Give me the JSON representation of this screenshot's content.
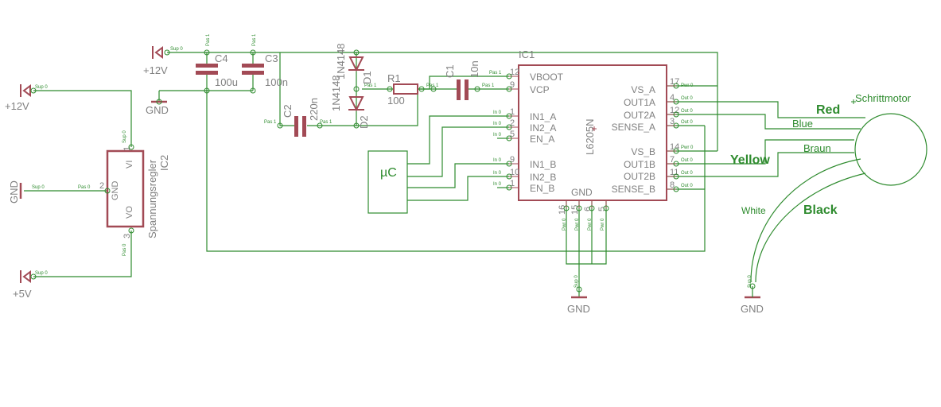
{
  "supplies": {
    "left_12v": "+12V",
    "top_12v": "+12V",
    "gnd_left": "GND",
    "gnd_caps": "GND",
    "v5": "+5V",
    "gnd_ic": "GND",
    "gnd_motor": "GND"
  },
  "pin_tags": {
    "sup": "Sup 0",
    "pas": "Pas 1",
    "pas0": "Pas 0",
    "in": "In 0",
    "out": "Out 0",
    "pwr": "Pwr 0"
  },
  "regulator": {
    "name": "IC2",
    "value": "Spannungsregler",
    "pin_vi": "VI",
    "pin_gnd": "GND",
    "pin_vo": "VO",
    "pin1": "1",
    "pin2": "2",
    "pin3": "3"
  },
  "caps": {
    "c4": {
      "name": "C4",
      "value": "100u"
    },
    "c3": {
      "name": "C3",
      "value": "100n"
    },
    "c2": {
      "name": "C2",
      "value": "220n"
    },
    "c1": {
      "name": "C1",
      "value": "10n"
    }
  },
  "diodes": {
    "d1": {
      "name": "D1",
      "value": "1N4148"
    },
    "d2": {
      "name": "D2",
      "value": "1N4148"
    }
  },
  "resistor": {
    "name": "R1",
    "value": "100"
  },
  "mcu": {
    "label": "µC"
  },
  "ic1": {
    "name": "IC1",
    "value": "L6205N",
    "left_pins": [
      "VBOOT",
      "VCP",
      "IN1_A",
      "IN2_A",
      "EN_A",
      "IN1_B",
      "IN2_B",
      "EN_B"
    ],
    "left_nums": [
      "12",
      "9",
      "1",
      "2",
      "5",
      "9",
      "10",
      "1"
    ],
    "right_pins": [
      "VS_A",
      "OUT1A",
      "OUT2A",
      "SENSE_A",
      "VS_B",
      "OUT1B",
      "OUT2B",
      "SENSE_B"
    ],
    "right_nums": [
      "17",
      "4",
      "12",
      "3",
      "14",
      "7",
      "11",
      "8"
    ],
    "gnd_label": "GND",
    "gnd_nums": [
      "16",
      "15",
      "6",
      "5"
    ]
  },
  "motor": {
    "label": "Schrittmotor",
    "wires": {
      "red": "Red",
      "blue": "Blue",
      "yellow": "Yellow",
      "braun": "Braun",
      "white": "White",
      "black": "Black"
    }
  }
}
